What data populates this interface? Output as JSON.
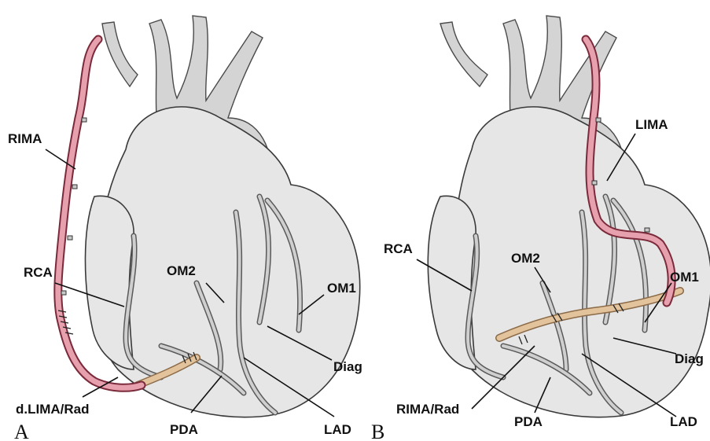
{
  "panels": [
    {
      "letter": "A",
      "labels": {
        "rima": "RIMA",
        "rca": "RCA",
        "om2": "OM2",
        "om1": "OM1",
        "diag": "Diag",
        "lad": "LAD",
        "pda": "PDA",
        "graft": "d.LIMA/Rad"
      }
    },
    {
      "letter": "B",
      "labels": {
        "lima": "LIMA",
        "rca": "RCA",
        "om2": "OM2",
        "om1": "OM1",
        "diag": "Diag",
        "lad": "LAD",
        "pda": "PDA",
        "graft": "RIMA/Rad"
      }
    }
  ],
  "colors": {
    "pedicle_graft": "#e7a0ad",
    "free_graft": "#e2c39c",
    "heart": "#e6e6e6"
  }
}
